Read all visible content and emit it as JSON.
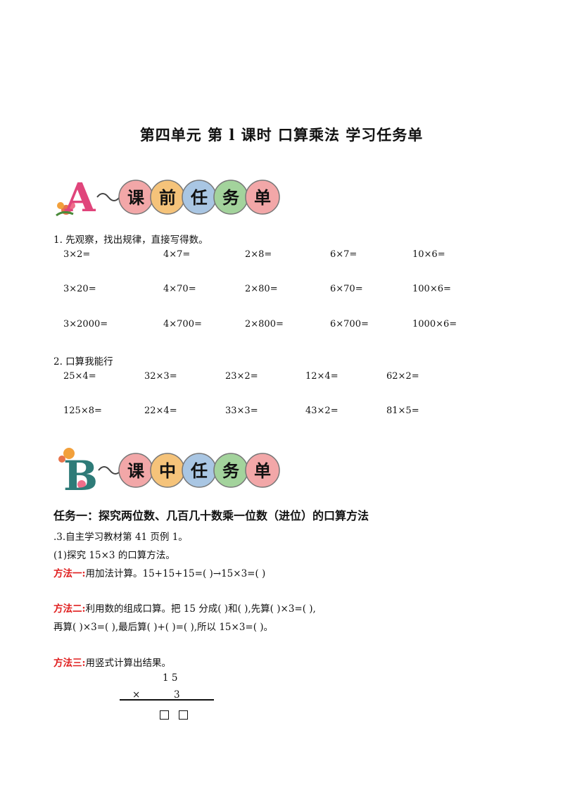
{
  "title": "第四单元  第 l 课时  口算乘法  学习任务单",
  "banner_a": {
    "letter": "A",
    "chars": [
      "课",
      "前",
      "任",
      "务",
      "单"
    ]
  },
  "banner_b": {
    "letter": "B",
    "chars": [
      "课",
      "中",
      "任",
      "务",
      "单"
    ]
  },
  "q1": {
    "label": "1.  先观察，找出规律，直接写得数。",
    "rows": [
      [
        "3×2=",
        "4×7=",
        "2×8=",
        "6×7=",
        "10×6="
      ],
      [
        "3×20=",
        "4×70=",
        "2×80=",
        "6×70=",
        "100×6="
      ],
      [
        "3×2000=",
        "4×700=",
        "2×800=",
        "6×700=",
        "1000×6="
      ]
    ]
  },
  "q2": {
    "label": "2.  口算我能行",
    "rows": [
      [
        "25×4=",
        "32×3=",
        "23×2=",
        "12×4=",
        "62×2="
      ],
      [
        "125×8=",
        "22×4=",
        "33×3=",
        "43×2=",
        "81×5="
      ]
    ]
  },
  "task1": {
    "heading": "任务一：探究两位数、几百几十数乘一位数（进位）的口算方法",
    "line1": ".3.自主学习教材第  41  页例  1。",
    "line2": "(1)探究  15×3  的口算方法。",
    "m1_label": "方法一:",
    "m1_text": "用加法计算。15+15+15=(               )→15×3=(                 )",
    "m2_label": "方法二:",
    "m2_text": "利用数的组成口算。把 15 分成(           )和(          ),先算(           )×3=(             ),",
    "m2_line2": "再算(          )×3=(             ),最后算(         )+(               )=(             ),所以 15×3=(             )。",
    "m3_label": "方法三:",
    "m3_text": "用竖式计算出结果。",
    "vertical": {
      "top": "1   5",
      "sign": "×",
      "mult": "3"
    }
  }
}
